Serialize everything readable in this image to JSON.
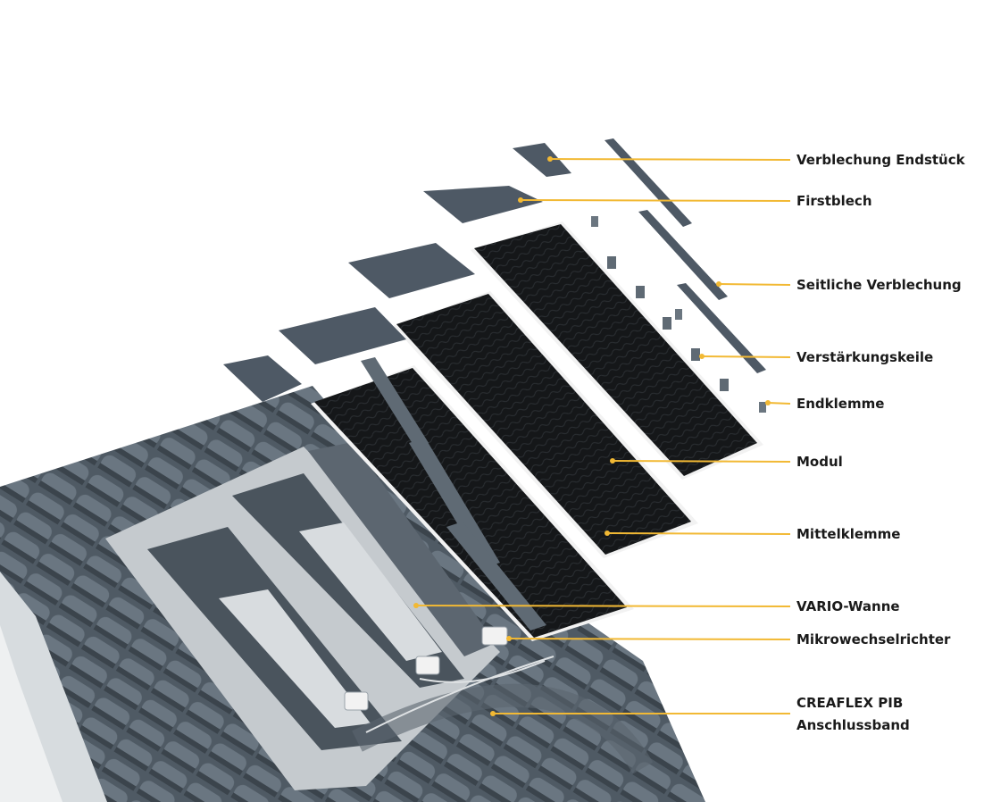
{
  "diagram": {
    "accent_color": "#f2b934",
    "labels": {
      "verblechung_endstueck": "Verblechung Endstück",
      "firstblech": "Firstblech",
      "seitliche_verblechung": "Seitliche Verblechung",
      "verstaerkungskeile": "Verstärkungskeile",
      "endklemme": "Endklemme",
      "modul": "Modul",
      "mittelklemme": "Mittelklemme",
      "vario_wanne": "VARIO-Wanne",
      "mikrowechselrichter": "Mikrowechselrichter",
      "creaflex_line1": "CREAFLEX PIB",
      "creaflex_line2": "Anschlussband"
    }
  }
}
